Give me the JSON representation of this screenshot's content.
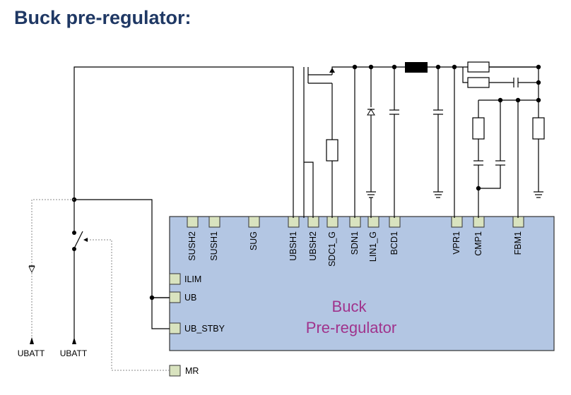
{
  "title": "Buck pre-regulator:",
  "block": {
    "line1": "Buck",
    "line2": "Pre-regulator"
  },
  "pins_top": [
    {
      "id": "sush2",
      "label": "SUSH2"
    },
    {
      "id": "sush1",
      "label": "SUSH1"
    },
    {
      "id": "sug",
      "label": "SUG"
    },
    {
      "id": "ubsh1",
      "label": "UBSH1"
    },
    {
      "id": "ubsh2",
      "label": "UBSH2"
    },
    {
      "id": "sdc1g",
      "label": "SDC1_G"
    },
    {
      "id": "sdn1",
      "label": "SDN1"
    },
    {
      "id": "lin1g",
      "label": "LIN1_G"
    },
    {
      "id": "bcd1",
      "label": "BCD1"
    },
    {
      "id": "vpr1",
      "label": "VPR1"
    },
    {
      "id": "cmp1",
      "label": "CMP1"
    },
    {
      "id": "fbm1",
      "label": "FBM1"
    }
  ],
  "pins_left": [
    {
      "id": "ilim",
      "label": "ILIM"
    },
    {
      "id": "ub",
      "label": "UB"
    },
    {
      "id": "ubstby",
      "label": "UB_STBY"
    }
  ],
  "pin_mr": {
    "id": "mr",
    "label": "MR"
  },
  "supply_labels": [
    "UBATT",
    "UBATT"
  ]
}
